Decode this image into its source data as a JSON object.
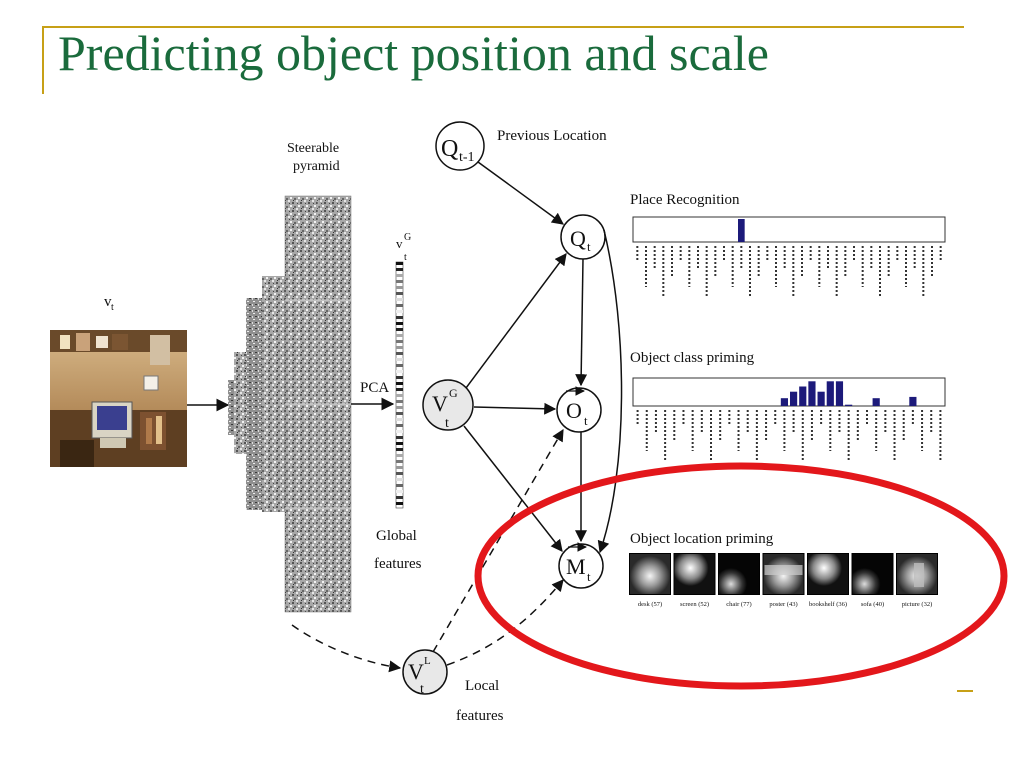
{
  "title": "Predicting object position and scale",
  "labels": {
    "steerable_pyramid_line1": "Steerable",
    "steerable_pyramid_line2": "pyramid",
    "vt_image": "v",
    "vt_image_sub": "t",
    "pca": "PCA",
    "global_features_line1": "Global",
    "global_features_line2": "features",
    "vg_top": "v",
    "vg_top_sup": "G",
    "vg_top_sub": "t",
    "previous_location": "Previous Location",
    "local_features_line1": "Local",
    "local_features_line2": "features",
    "place_recognition": "Place Recognition",
    "object_class_priming": "Object class priming",
    "object_location_priming": "Object location priming"
  },
  "nodes": {
    "q_prev": {
      "main": "Q",
      "sub": "t-1"
    },
    "q_t": {
      "main": "Q",
      "sub": "t"
    },
    "v_global": {
      "main": "V",
      "sup": "G",
      "sub": "t"
    },
    "o_t": {
      "main": "O",
      "sub": "t"
    },
    "m_t": {
      "main": "M",
      "sub": "t"
    },
    "v_local": {
      "main": "V",
      "sup": "L",
      "sub": "t"
    }
  },
  "colors": {
    "title": "#1a6b3c",
    "accent_rule": "#c7a017",
    "highlight_ellipse": "#e3171b",
    "bar_fill": "#1c1a7a"
  },
  "place_recognition_bars": [
    0,
    0,
    0,
    0,
    0,
    0,
    0,
    0,
    0,
    0,
    0,
    0,
    1,
    0,
    0,
    0,
    0,
    0,
    0,
    0,
    0,
    0,
    0,
    0,
    0,
    0,
    0,
    0,
    0,
    0,
    0,
    0,
    0,
    0,
    0,
    0
  ],
  "object_class_bars": [
    0,
    0,
    0,
    0,
    0,
    0,
    0,
    0,
    0,
    0,
    0,
    0,
    0,
    0,
    0,
    0,
    0.3,
    0.55,
    0.75,
    0.95,
    0.55,
    0.95,
    0.95,
    0.05,
    0,
    0,
    0.3,
    0,
    0,
    0,
    0.35,
    0,
    0,
    0
  ],
  "location_maps": [
    {
      "caption": "desk (57)"
    },
    {
      "caption": "screen (52)"
    },
    {
      "caption": "chair (77)"
    },
    {
      "caption": "poster (43)"
    },
    {
      "caption": "bookshelf (36)"
    },
    {
      "caption": "sofa (40)"
    },
    {
      "caption": "picture (32)"
    }
  ]
}
